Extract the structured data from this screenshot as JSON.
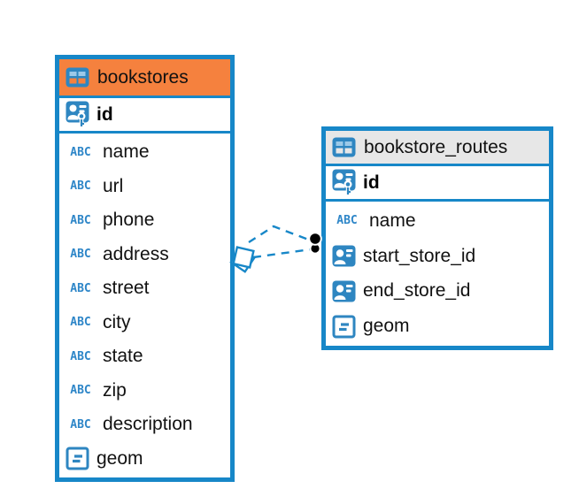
{
  "diagram": {
    "colors": {
      "table_border": "#1787C8",
      "bookstores_header": "#F5813E",
      "routes_header": "#E7E7E7",
      "icon_blue": "#2E86C8",
      "relationship_line": "#1787C8",
      "relationship_dot": "#000000"
    },
    "type_icons": {
      "text_label": "ABC"
    },
    "tables": [
      {
        "name": "bookstores",
        "key": {
          "name": "id"
        },
        "columns": [
          {
            "name": "name"
          },
          {
            "name": "url"
          },
          {
            "name": "phone"
          },
          {
            "name": "address"
          },
          {
            "name": "street"
          },
          {
            "name": "city"
          },
          {
            "name": "state"
          },
          {
            "name": "zip"
          },
          {
            "name": "description"
          },
          {
            "name": "geom"
          }
        ]
      },
      {
        "name": "bookstore_routes",
        "key": {
          "name": "id"
        },
        "columns": [
          {
            "name": "name"
          },
          {
            "name": "start_store_id"
          },
          {
            "name": "end_store_id"
          },
          {
            "name": "geom"
          }
        ]
      }
    ],
    "relationship": {
      "from_table": "bookstores",
      "to_table": "bookstore_routes",
      "line_style": "dashed",
      "line_count": 2
    }
  }
}
